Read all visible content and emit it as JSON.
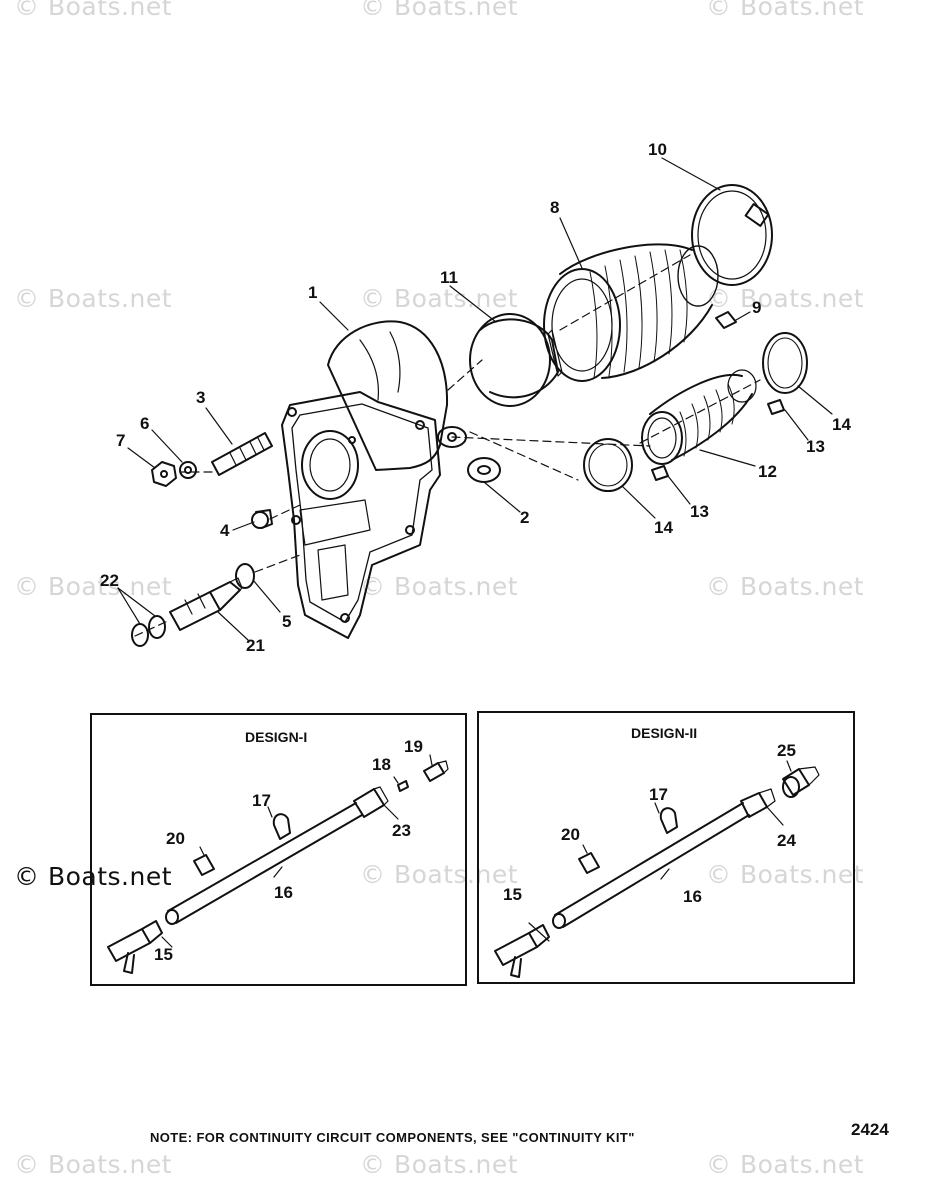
{
  "watermark": "© Boats.net",
  "designs": {
    "design1_title": "DESIGN-I",
    "design2_title": "DESIGN-II"
  },
  "callouts": {
    "c1": "1",
    "c2": "2",
    "c3": "3",
    "c4": "4",
    "c5": "5",
    "c6": "6",
    "c7": "7",
    "c8": "8",
    "c9": "9",
    "c10": "10",
    "c11": "11",
    "c12": "12",
    "c13": "13",
    "c14": "14",
    "c15": "15",
    "c16": "16",
    "c17": "17",
    "c18": "18",
    "c19": "19",
    "c20": "20",
    "c21": "21",
    "c22": "22",
    "c23": "23",
    "c24": "24",
    "c25": "25"
  },
  "footer": {
    "note": "NOTE:  FOR CONTINUITY CIRCUIT COMPONENTS, SEE \"CONTINUITY KIT\"",
    "diagram_number": "2424"
  }
}
